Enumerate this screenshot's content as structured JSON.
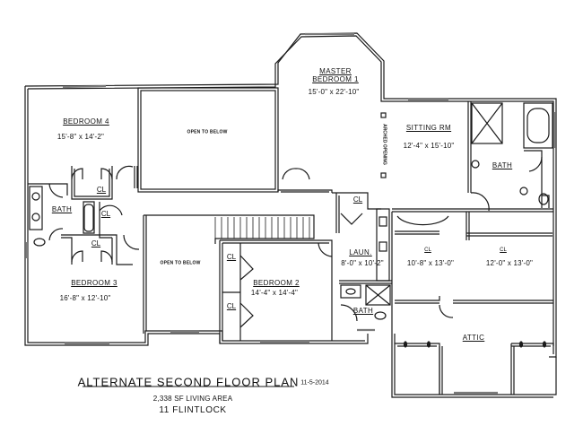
{
  "plan": {
    "title": "ALTERNATE SECOND FLOOR PLAN",
    "date": "11-5-2014",
    "living_area": "2,338 SF LIVING AREA",
    "project": "11 FLINTLOCK"
  },
  "rooms": {
    "master_bedroom": {
      "name_line1": "MASTER",
      "name_line2": "BEDROOM 1",
      "dims": "15'-0\" x 22'-10\""
    },
    "sitting_room": {
      "name": "SITTING RM",
      "dims": "12'-4\" x 15'-10\"",
      "arched_opening": "ARCHED OPENING"
    },
    "master_bath": {
      "name": "BATH"
    },
    "bedroom_4": {
      "name": "BEDROOM 4",
      "dims": "15'-8\" x 14'-2\""
    },
    "bedroom_3": {
      "name": "BEDROOM 3",
      "dims": "16'-8\" x 12'-10\""
    },
    "bedroom_2": {
      "name": "BEDROOM 2",
      "dims": "14'-4\" x 14'-4\""
    },
    "hall_bath": {
      "name": "BATH"
    },
    "open_to_below_upper": {
      "name": "OPEN TO BELOW"
    },
    "open_to_below_lower": {
      "name": "OPEN TO BELOW"
    },
    "laundry": {
      "name": "LAUN.",
      "dims": "8'-0\" x 10'-2\""
    },
    "bath_2": {
      "name": "BATH"
    },
    "closet_wic_1": {
      "name": "CL",
      "dims": "10'-8\" x 13'-0\""
    },
    "closet_wic_2": {
      "name": "CL",
      "dims": "12'-0\" x 13'-0\""
    },
    "attic": {
      "name": "ATTIC"
    },
    "closets": {
      "cl_bed4": "CL",
      "cl_bath_mid": "CL",
      "cl_bed3": "CL",
      "cl_hall": "CL",
      "cl_bed2_upper": "CL",
      "cl_bed2_lower": "CL"
    }
  },
  "colors": {
    "wall": "#1a1a1a",
    "window": "#7a7a7a",
    "background": "#ffffff"
  }
}
